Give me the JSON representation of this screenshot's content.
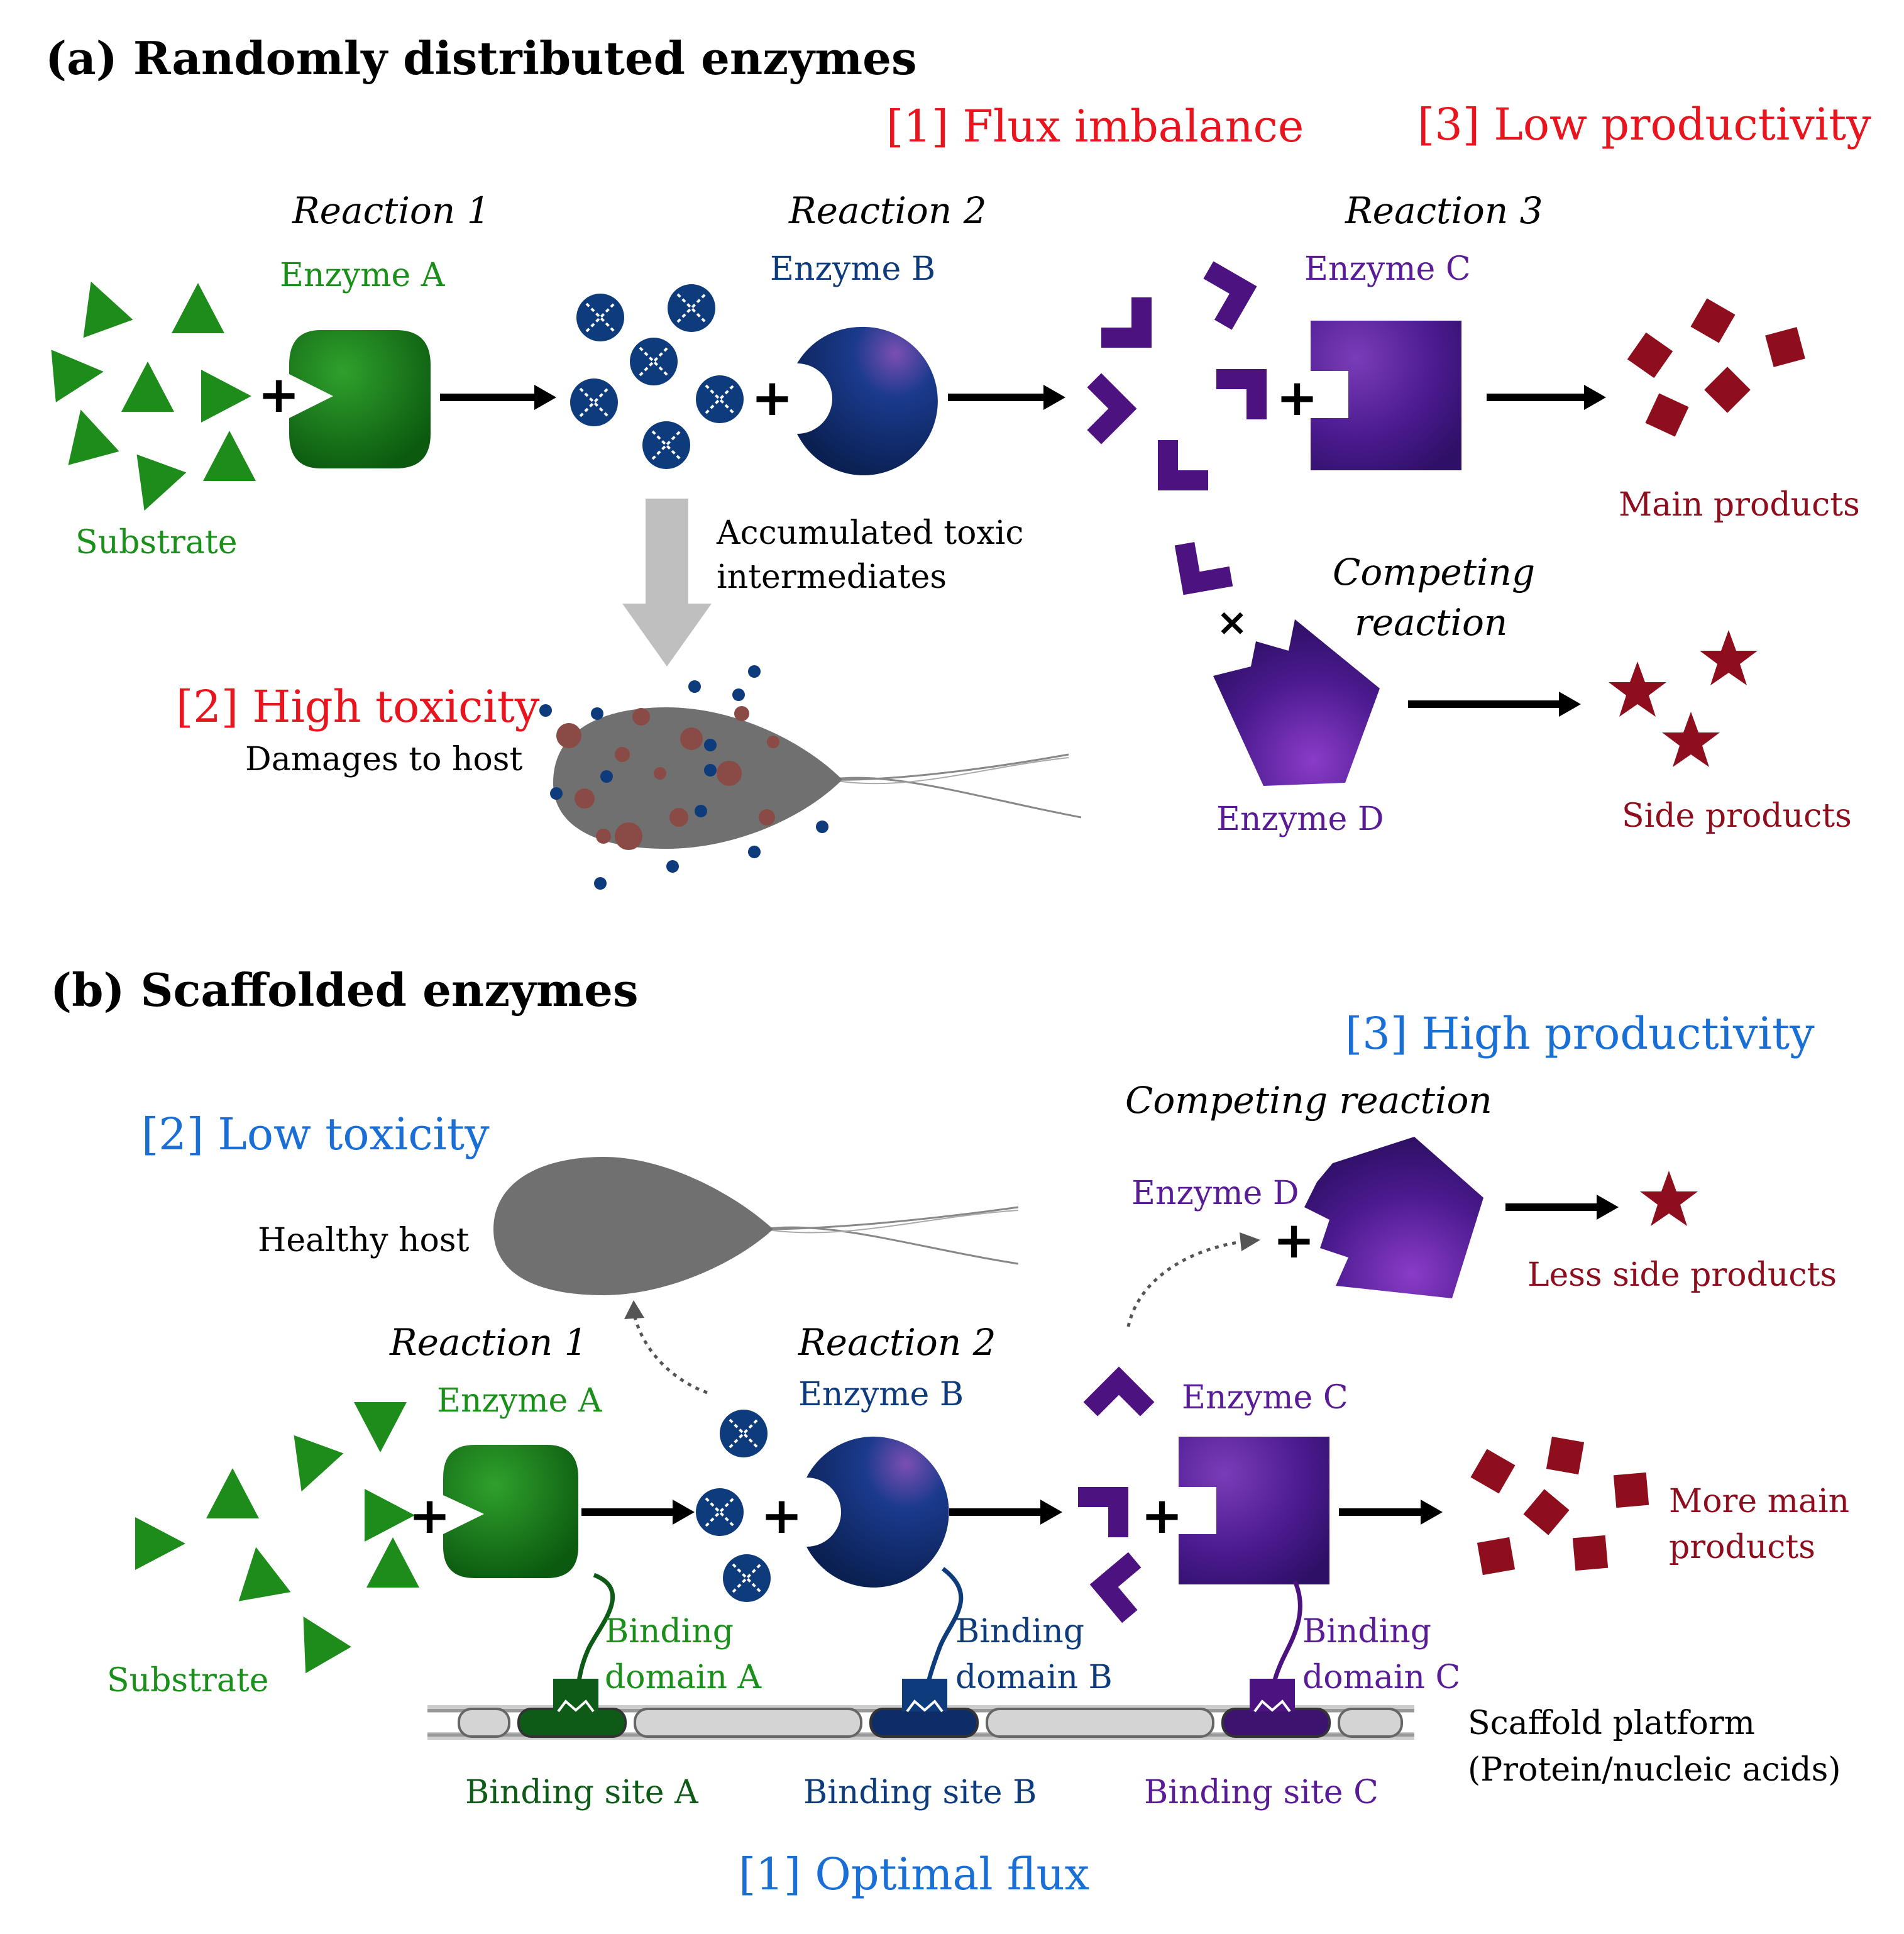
{
  "colors": {
    "green": "#1E8C1A",
    "green_text": "#1A8F1A",
    "dark_green": "#0E5A17",
    "navy": "#0E3B7C",
    "purple": "#4B1280",
    "purple_text": "#5A1C96",
    "maroon": "#8E0E1E",
    "red": "#E8141E",
    "blue": "#1A6FD6",
    "gray_cell": "#707070",
    "black": "#000000"
  },
  "panel_a": {
    "title": "(a) Randomly distributed enzymes",
    "flux": "[1] Flux imbalance",
    "productivity": "[3] Low productivity",
    "toxicity": "[2] High toxicity",
    "damage": "Damages to host",
    "reaction1": "Reaction 1",
    "reaction2": "Reaction 2",
    "reaction3": "Reaction 3",
    "enzyme_a": "Enzyme A",
    "enzyme_b": "Enzyme B",
    "enzyme_c": "Enzyme C",
    "enzyme_d": "Enzyme D",
    "substrate": "Substrate",
    "accumulated_line1": "Accumulated toxic",
    "accumulated_line2": "intermediates",
    "main_products": "Main products",
    "competing_line1": "Competing",
    "competing_line2": "reaction",
    "side_products": "Side products"
  },
  "panel_b": {
    "title": "(b) Scaffolded enzymes",
    "productivity": "[3] High productivity",
    "competing": "Competing reaction",
    "toxicity": "[2] Low toxicity",
    "healthy": "Healthy host",
    "enzyme_d": "Enzyme D",
    "less_side": "Less side products",
    "reaction1": "Reaction 1",
    "reaction2": "Reaction 2",
    "enzyme_a": "Enzyme A",
    "enzyme_b": "Enzyme B",
    "enzyme_c": "Enzyme C",
    "more_main_line1": "More main",
    "more_main_line2": "products",
    "binding_a_line1": "Binding",
    "binding_a_line2": "domain A",
    "binding_b_line1": "Binding",
    "binding_b_line2": "domain B",
    "binding_c_line1": "Binding",
    "binding_c_line2": "domain C",
    "substrate": "Substrate",
    "scaffold_line1": "Scaffold platform",
    "scaffold_line2": "(Protein/nucleic acids)",
    "site_a": "Binding site A",
    "site_b": "Binding site B",
    "site_c": "Binding site C",
    "flux": "[1] Optimal flux"
  }
}
